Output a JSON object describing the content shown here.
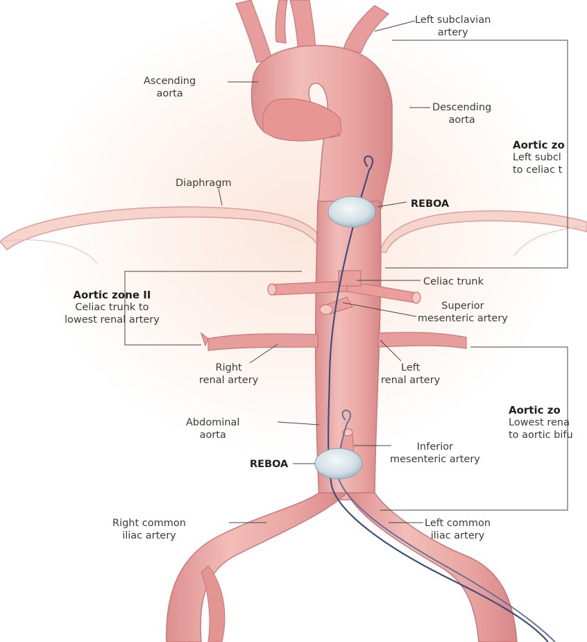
{
  "labels": {
    "left_subclavian": [
      "Left subclavian",
      "artery"
    ],
    "ascending_aorta": [
      "Ascending",
      "aorta"
    ],
    "descending_aorta": [
      "Descending",
      "aorta"
    ],
    "diaphragm": "Diaphragm",
    "reboa_upper": "REBOA",
    "reboa_lower": "REBOA",
    "celiac_trunk": "Celiac trunk",
    "superior_mesenteric": [
      "Superior",
      "mesenteric artery"
    ],
    "right_renal": [
      "Right",
      "renal artery"
    ],
    "left_renal": [
      "Left",
      "renal artery"
    ],
    "abdominal_aorta": [
      "Abdominal",
      "aorta"
    ],
    "inferior_mesenteric": [
      "Inferior",
      "mesenteric artery"
    ],
    "right_common_iliac": [
      "Right common",
      "iliac artery"
    ],
    "left_common_iliac": [
      "Left common",
      "iliac artery"
    ]
  },
  "zones": {
    "zone1": {
      "title": "Aortic zo",
      "desc": [
        "Left subcl",
        "to celiac t"
      ]
    },
    "zone2": {
      "title": "Aortic zone II",
      "desc": [
        "Celiac trunk to",
        "lowest renal artery"
      ]
    },
    "zone3": {
      "title": "Aortic zo",
      "desc": [
        "Lowest rena",
        "to aortic bifu"
      ]
    }
  },
  "colors": {
    "vessel": "#e9a3a3",
    "vessel_light": "#f3c6c2",
    "vessel_edge": "#c97676",
    "catheter": "#3b4f7c",
    "balloon": "#d8e3ea",
    "leader": "#444444"
  }
}
